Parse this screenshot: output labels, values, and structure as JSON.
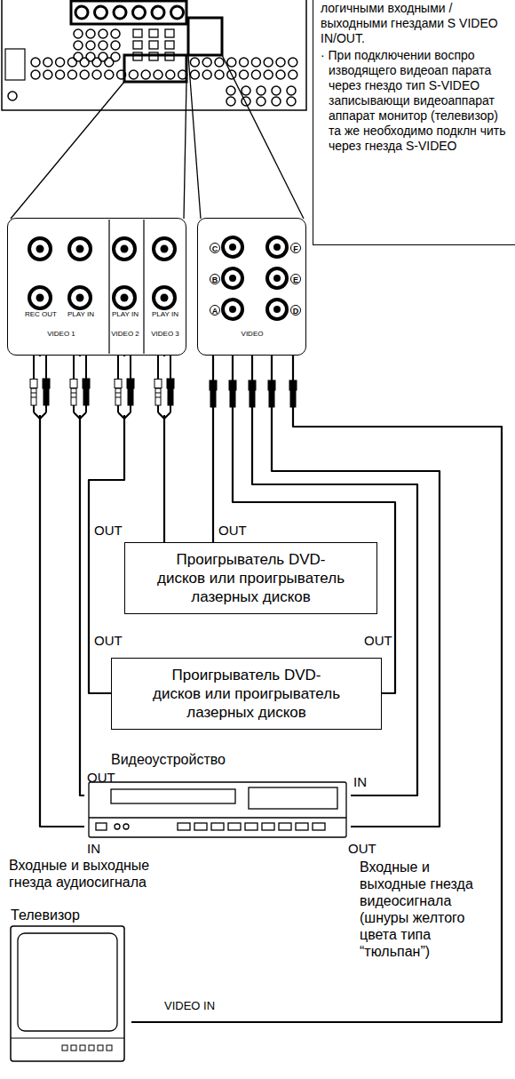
{
  "diagram": {
    "nodes": [
      {
        "text": [
          "логичными входными / выходными гнездами S VIDEO IN/OUT.",
          "· При подключении воспро изводящего видеоап парата через гнездо тип S-VIDEO записывающи видеоаппарат аппарат монитор (телевизор) та же необходимо подклн чить через гнезда S-VIDEO"
        ]
      },
      {
        "text": [
          "REC OUT",
          "PLAY IN",
          "PLAY IN",
          "PLAY IN",
          "VIDEO 1",
          "VIDEO 2",
          "VIDEO 3"
        ]
      },
      {
        "text": [
          "C",
          "F",
          "B",
          "E",
          "A",
          "D",
          "VIDEO"
        ]
      },
      {
        "text": [
          "Проигрыватель DVD-дисков или проигрыватель лазерных дисков"
        ]
      },
      {
        "text": [
          "Проигрыватель DVD-дисков или проигрыватель лазерных дисков"
        ]
      },
      {
        "text": [
          "Видеоустройство"
        ]
      },
      {
        "text": [
          "Телевизор"
        ]
      }
    ],
    "edges": [
      {
        "from": 1,
        "to": 3,
        "arrow": "none"
      },
      {
        "from": 2,
        "to": 3,
        "arrow": "none"
      },
      {
        "from": 1,
        "to": 4,
        "arrow": "none"
      },
      {
        "from": 2,
        "to": 4,
        "arrow": "none"
      },
      {
        "from": 1,
        "to": 5,
        "arrow": "none"
      },
      {
        "from": 1,
        "to": 5,
        "arrow": "none"
      },
      {
        "from": 2,
        "to": 5,
        "arrow": "none"
      },
      {
        "from": 2,
        "to": 5,
        "arrow": "none"
      },
      {
        "from": 2,
        "to": 6,
        "arrow": "none"
      }
    ],
    "labels": [
      "OUT",
      "OUT",
      "OUT",
      "OUT",
      "OUT",
      "IN",
      "IN",
      "OUT",
      "Входные и выходные гнезда аудиосигнала",
      "Входные и выходные гнезда видеосигнала (шнуры желтого цвета типа “тюльпан”)",
      "VIDEO IN"
    ]
  }
}
